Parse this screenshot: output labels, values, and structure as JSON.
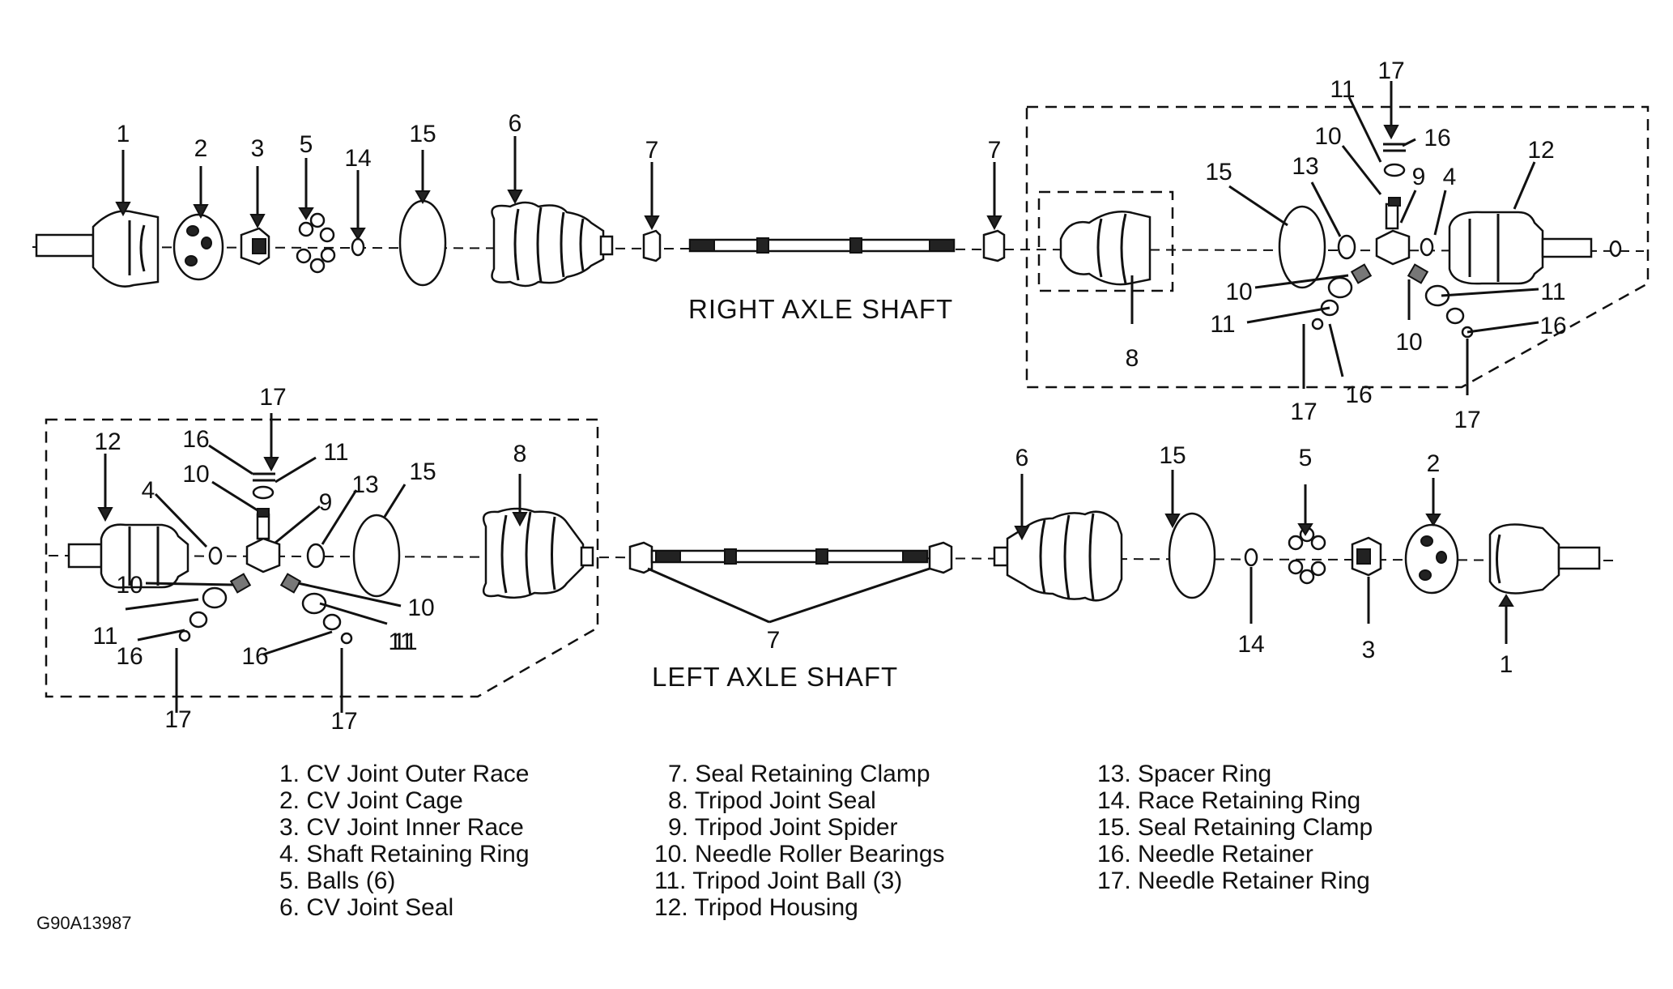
{
  "diagram": {
    "right_title": "RIGHT AXLE SHAFT",
    "left_title": "LEFT AXLE SHAFT",
    "figure_id": "G90A13987",
    "legend": [
      "1. CV Joint Outer Race",
      "2. CV Joint Cage",
      "3. CV Joint Inner Race",
      "4. Shaft Retaining Ring",
      "5. Balls (6)",
      "6. CV Joint Seal",
      "7. Seal Retaining Clamp",
      "8. Tripod Joint Seal",
      "9. Tripod Joint Spider",
      "10. Needle Roller Bearings",
      "11. Tripod Joint Ball (3)",
      "12. Tripod Housing",
      "13. Spacer Ring",
      "14. Race Retaining Ring",
      "15. Seal Retaining Clamp",
      "16. Needle Retainer",
      "17. Needle Retainer Ring"
    ],
    "callouts": {
      "right": [
        "1",
        "2",
        "3",
        "5",
        "14",
        "15",
        "6",
        "7",
        "7",
        "11",
        "17",
        "10",
        "16",
        "15",
        "13",
        "9",
        "4",
        "12",
        "10",
        "11",
        "11",
        "10",
        "16",
        "8",
        "17",
        "16",
        "17"
      ],
      "left": [
        "17",
        "12",
        "16",
        "11",
        "10",
        "4",
        "9",
        "13",
        "15",
        "8",
        "10",
        "10",
        "11",
        "11",
        "16",
        "11",
        "16",
        "17",
        "17",
        "6",
        "15",
        "5",
        "2",
        "7",
        "14",
        "3",
        "1"
      ]
    }
  }
}
